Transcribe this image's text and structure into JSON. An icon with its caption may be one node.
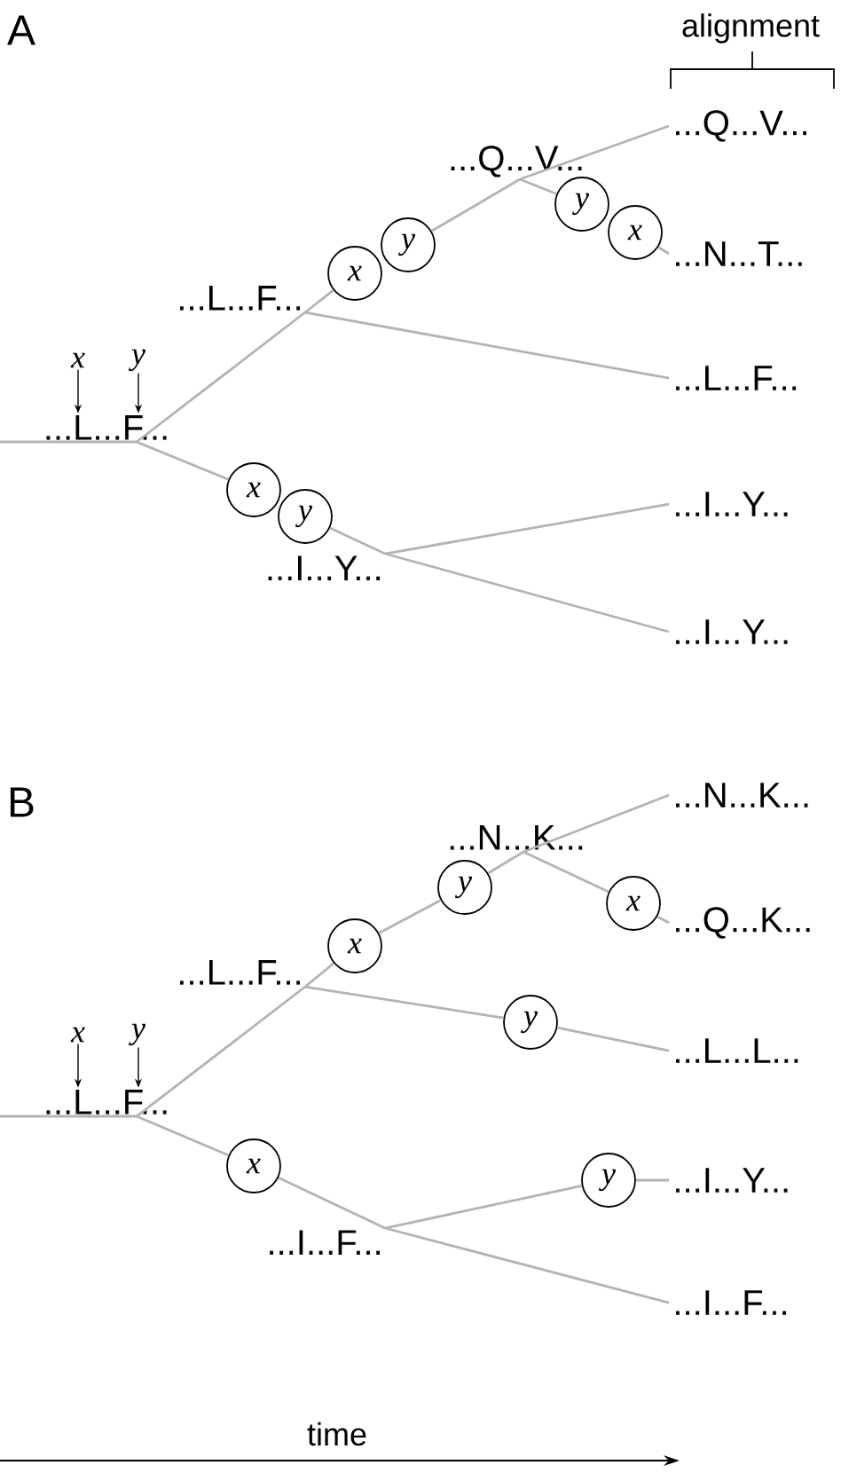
{
  "diagram": {
    "nodes": [
      {
        "text": [
          "...L...F..."
        ]
      },
      {
        "text": [
          "x"
        ]
      },
      {
        "text": [
          "y"
        ]
      },
      {
        "text": [
          "...L...F..."
        ]
      },
      {
        "text": [
          "x"
        ]
      },
      {
        "text": [
          "y"
        ]
      },
      {
        "text": [
          "...Q...V..."
        ]
      },
      {
        "text": [
          "...Q...V..."
        ]
      },
      {
        "text": [
          "y"
        ]
      },
      {
        "text": [
          "x"
        ]
      },
      {
        "text": [
          "...N...T..."
        ]
      },
      {
        "text": [
          "...L...F..."
        ]
      },
      {
        "text": [
          "x"
        ]
      },
      {
        "text": [
          "y"
        ]
      },
      {
        "text": [
          "...I...Y..."
        ]
      },
      {
        "text": [
          "...I...Y..."
        ]
      },
      {
        "text": [
          "...I...Y..."
        ]
      },
      {
        "text": [
          "...L...F..."
        ]
      },
      {
        "text": [
          "x"
        ]
      },
      {
        "text": [
          "y"
        ]
      },
      {
        "text": [
          "...L...F..."
        ]
      },
      {
        "text": [
          "x"
        ]
      },
      {
        "text": [
          "y"
        ]
      },
      {
        "text": [
          "...N...K..."
        ]
      },
      {
        "text": [
          "...N...K..."
        ]
      },
      {
        "text": [
          "x"
        ]
      },
      {
        "text": [
          "...Q...K..."
        ]
      },
      {
        "text": [
          "y"
        ]
      },
      {
        "text": [
          "...L...L..."
        ]
      },
      {
        "text": [
          "x"
        ]
      },
      {
        "text": [
          "...I...F..."
        ]
      },
      {
        "text": [
          "y"
        ]
      },
      {
        "text": [
          "...I...Y..."
        ]
      },
      {
        "text": [
          "...I...F..."
        ]
      }
    ],
    "edges": [
      {
        "from": null,
        "to": 0,
        "arrow": "none"
      },
      {
        "from": 1,
        "to": 0,
        "arrow": "to",
        "color": "#000000"
      },
      {
        "from": 2,
        "to": 0,
        "arrow": "to",
        "color": "#000000"
      },
      {
        "from": 0,
        "to": 3,
        "arrow": "none"
      },
      {
        "from": 3,
        "to": 4,
        "arrow": "none"
      },
      {
        "from": 5,
        "to": 6,
        "arrow": "none"
      },
      {
        "from": 6,
        "to": 7,
        "arrow": "none"
      },
      {
        "from": 6,
        "to": 8,
        "arrow": "none"
      },
      {
        "from": 9,
        "to": 10,
        "arrow": "none"
      },
      {
        "from": 3,
        "to": 11,
        "arrow": "none"
      },
      {
        "from": 0,
        "to": 12,
        "arrow": "none"
      },
      {
        "from": 13,
        "to": 14,
        "arrow": "none"
      },
      {
        "from": 14,
        "to": 15,
        "arrow": "none"
      },
      {
        "from": 14,
        "to": 16,
        "arrow": "none"
      },
      {
        "from": null,
        "to": 17,
        "arrow": "none"
      },
      {
        "from": 18,
        "to": 17,
        "arrow": "to",
        "color": "#000000"
      },
      {
        "from": 19,
        "to": 17,
        "arrow": "to",
        "color": "#000000"
      },
      {
        "from": 17,
        "to": 20,
        "arrow": "none"
      },
      {
        "from": 20,
        "to": 21,
        "arrow": "none"
      },
      {
        "from": 21,
        "to": 22,
        "arrow": "none"
      },
      {
        "from": 22,
        "to": 23,
        "arrow": "none"
      },
      {
        "from": 23,
        "to": 24,
        "arrow": "none"
      },
      {
        "from": 23,
        "to": 25,
        "arrow": "none"
      },
      {
        "from": 25,
        "to": 26,
        "arrow": "none"
      },
      {
        "from": 20,
        "to": 27,
        "arrow": "none"
      },
      {
        "from": 27,
        "to": 28,
        "arrow": "none"
      },
      {
        "from": 17,
        "to": 29,
        "arrow": "none"
      },
      {
        "from": 29,
        "to": 30,
        "arrow": "none"
      },
      {
        "from": 30,
        "to": 31,
        "arrow": "none"
      },
      {
        "from": 31,
        "to": 32,
        "arrow": "none"
      },
      {
        "from": 30,
        "to": 33,
        "arrow": "none"
      }
    ],
    "labels": [
      "A",
      "alignment",
      "B",
      "time"
    ]
  }
}
